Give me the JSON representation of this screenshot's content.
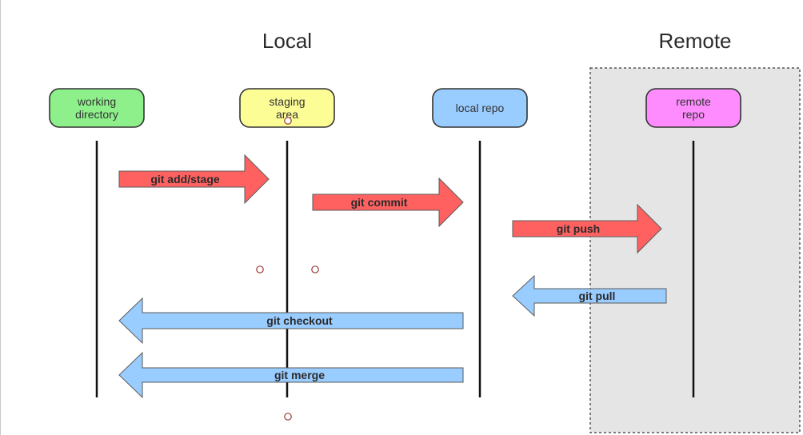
{
  "sections": {
    "local": "Local",
    "remote": "Remote"
  },
  "nodes": [
    {
      "id": "working-directory",
      "lines": [
        "working",
        "directory"
      ],
      "fill": "#8ef08a"
    },
    {
      "id": "staging-area",
      "lines": [
        "staging",
        "area"
      ],
      "fill": "#fdfd96"
    },
    {
      "id": "local-repo",
      "lines": [
        "local repo"
      ],
      "fill": "#99ccff"
    },
    {
      "id": "remote-repo",
      "lines": [
        "remote",
        "repo"
      ],
      "fill": "#ff8cff"
    }
  ],
  "arrows": [
    {
      "id": "git-add-stage",
      "label": "git add/stage",
      "from": "working-directory",
      "to": "staging-area",
      "direction": "right",
      "color": "#ff6161"
    },
    {
      "id": "git-commit",
      "label": "git commit",
      "from": "staging-area",
      "to": "local-repo",
      "direction": "right",
      "color": "#ff6161"
    },
    {
      "id": "git-push",
      "label": "git push",
      "from": "local-repo",
      "to": "remote-repo",
      "direction": "right",
      "color": "#ff6161"
    },
    {
      "id": "git-pull",
      "label": "git pull",
      "from": "remote-repo",
      "to": "local-repo",
      "direction": "left",
      "color": "#99ccff"
    },
    {
      "id": "git-checkout",
      "label": "git checkout",
      "from": "local-repo",
      "to": "working-directory",
      "direction": "left",
      "color": "#99ccff"
    },
    {
      "id": "git-merge",
      "label": "git merge",
      "from": "local-repo",
      "to": "working-directory",
      "direction": "left",
      "color": "#99ccff"
    }
  ],
  "colors": {
    "remote_region": "#e5e5e5",
    "line": "#111111",
    "text": "#2b2b2b",
    "handle": "#a03a3a"
  }
}
